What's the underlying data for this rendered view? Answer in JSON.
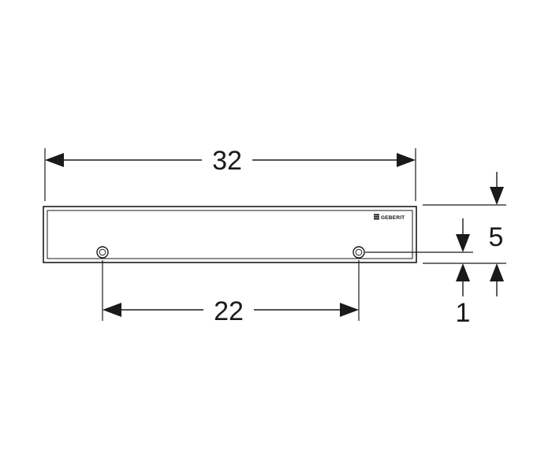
{
  "dimensions": {
    "overall_width": "32",
    "hole_spacing": "22",
    "height": "5",
    "hole_offset": "1"
  },
  "brand": {
    "logo_text": "GEBERIT"
  },
  "colors": {
    "line": "#1a1a1a",
    "background": "#ffffff"
  }
}
